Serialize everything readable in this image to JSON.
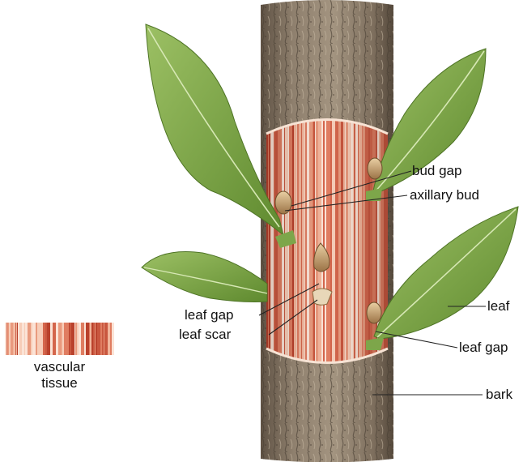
{
  "labels": {
    "bud_gap": "bud gap",
    "axillary_bud": "axillary bud",
    "leaf_gap_left": "leaf gap",
    "leaf_scar": "leaf scar",
    "leaf": "leaf",
    "leaf_gap_right": "leaf gap",
    "bark": "bark"
  },
  "legend": {
    "line1": "vascular",
    "line2": "tissue"
  },
  "colors": {
    "bark": "#8a7a68",
    "bark_dark": "#5e5142",
    "vascular": "#d9715a",
    "vascular_light": "#f6d3c2",
    "leaf": "#6f9a3c",
    "leaf_light": "#a9c872",
    "bud": "#c9a578"
  }
}
